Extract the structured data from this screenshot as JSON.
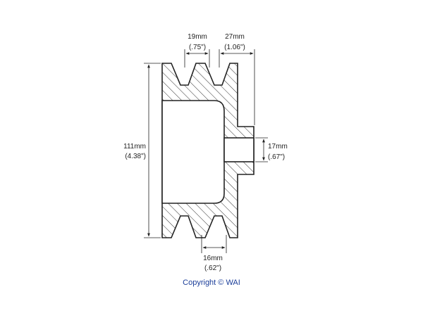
{
  "diagram": {
    "dimensions": {
      "top_left": {
        "mm": "19mm",
        "inch": "(.75\")"
      },
      "top_right": {
        "mm": "27mm",
        "inch": "(1.06\")"
      },
      "height": {
        "mm": "111mm",
        "inch": "(4.38\")"
      },
      "hub": {
        "mm": "17mm",
        "inch": "(.67\")"
      },
      "bottom": {
        "mm": "16mm",
        "inch": "(.62\")"
      }
    },
    "copyright": "Copyright © WAI",
    "colors": {
      "line": "#222222",
      "hatch": "#333333",
      "copyright": "#1a3d99"
    }
  }
}
